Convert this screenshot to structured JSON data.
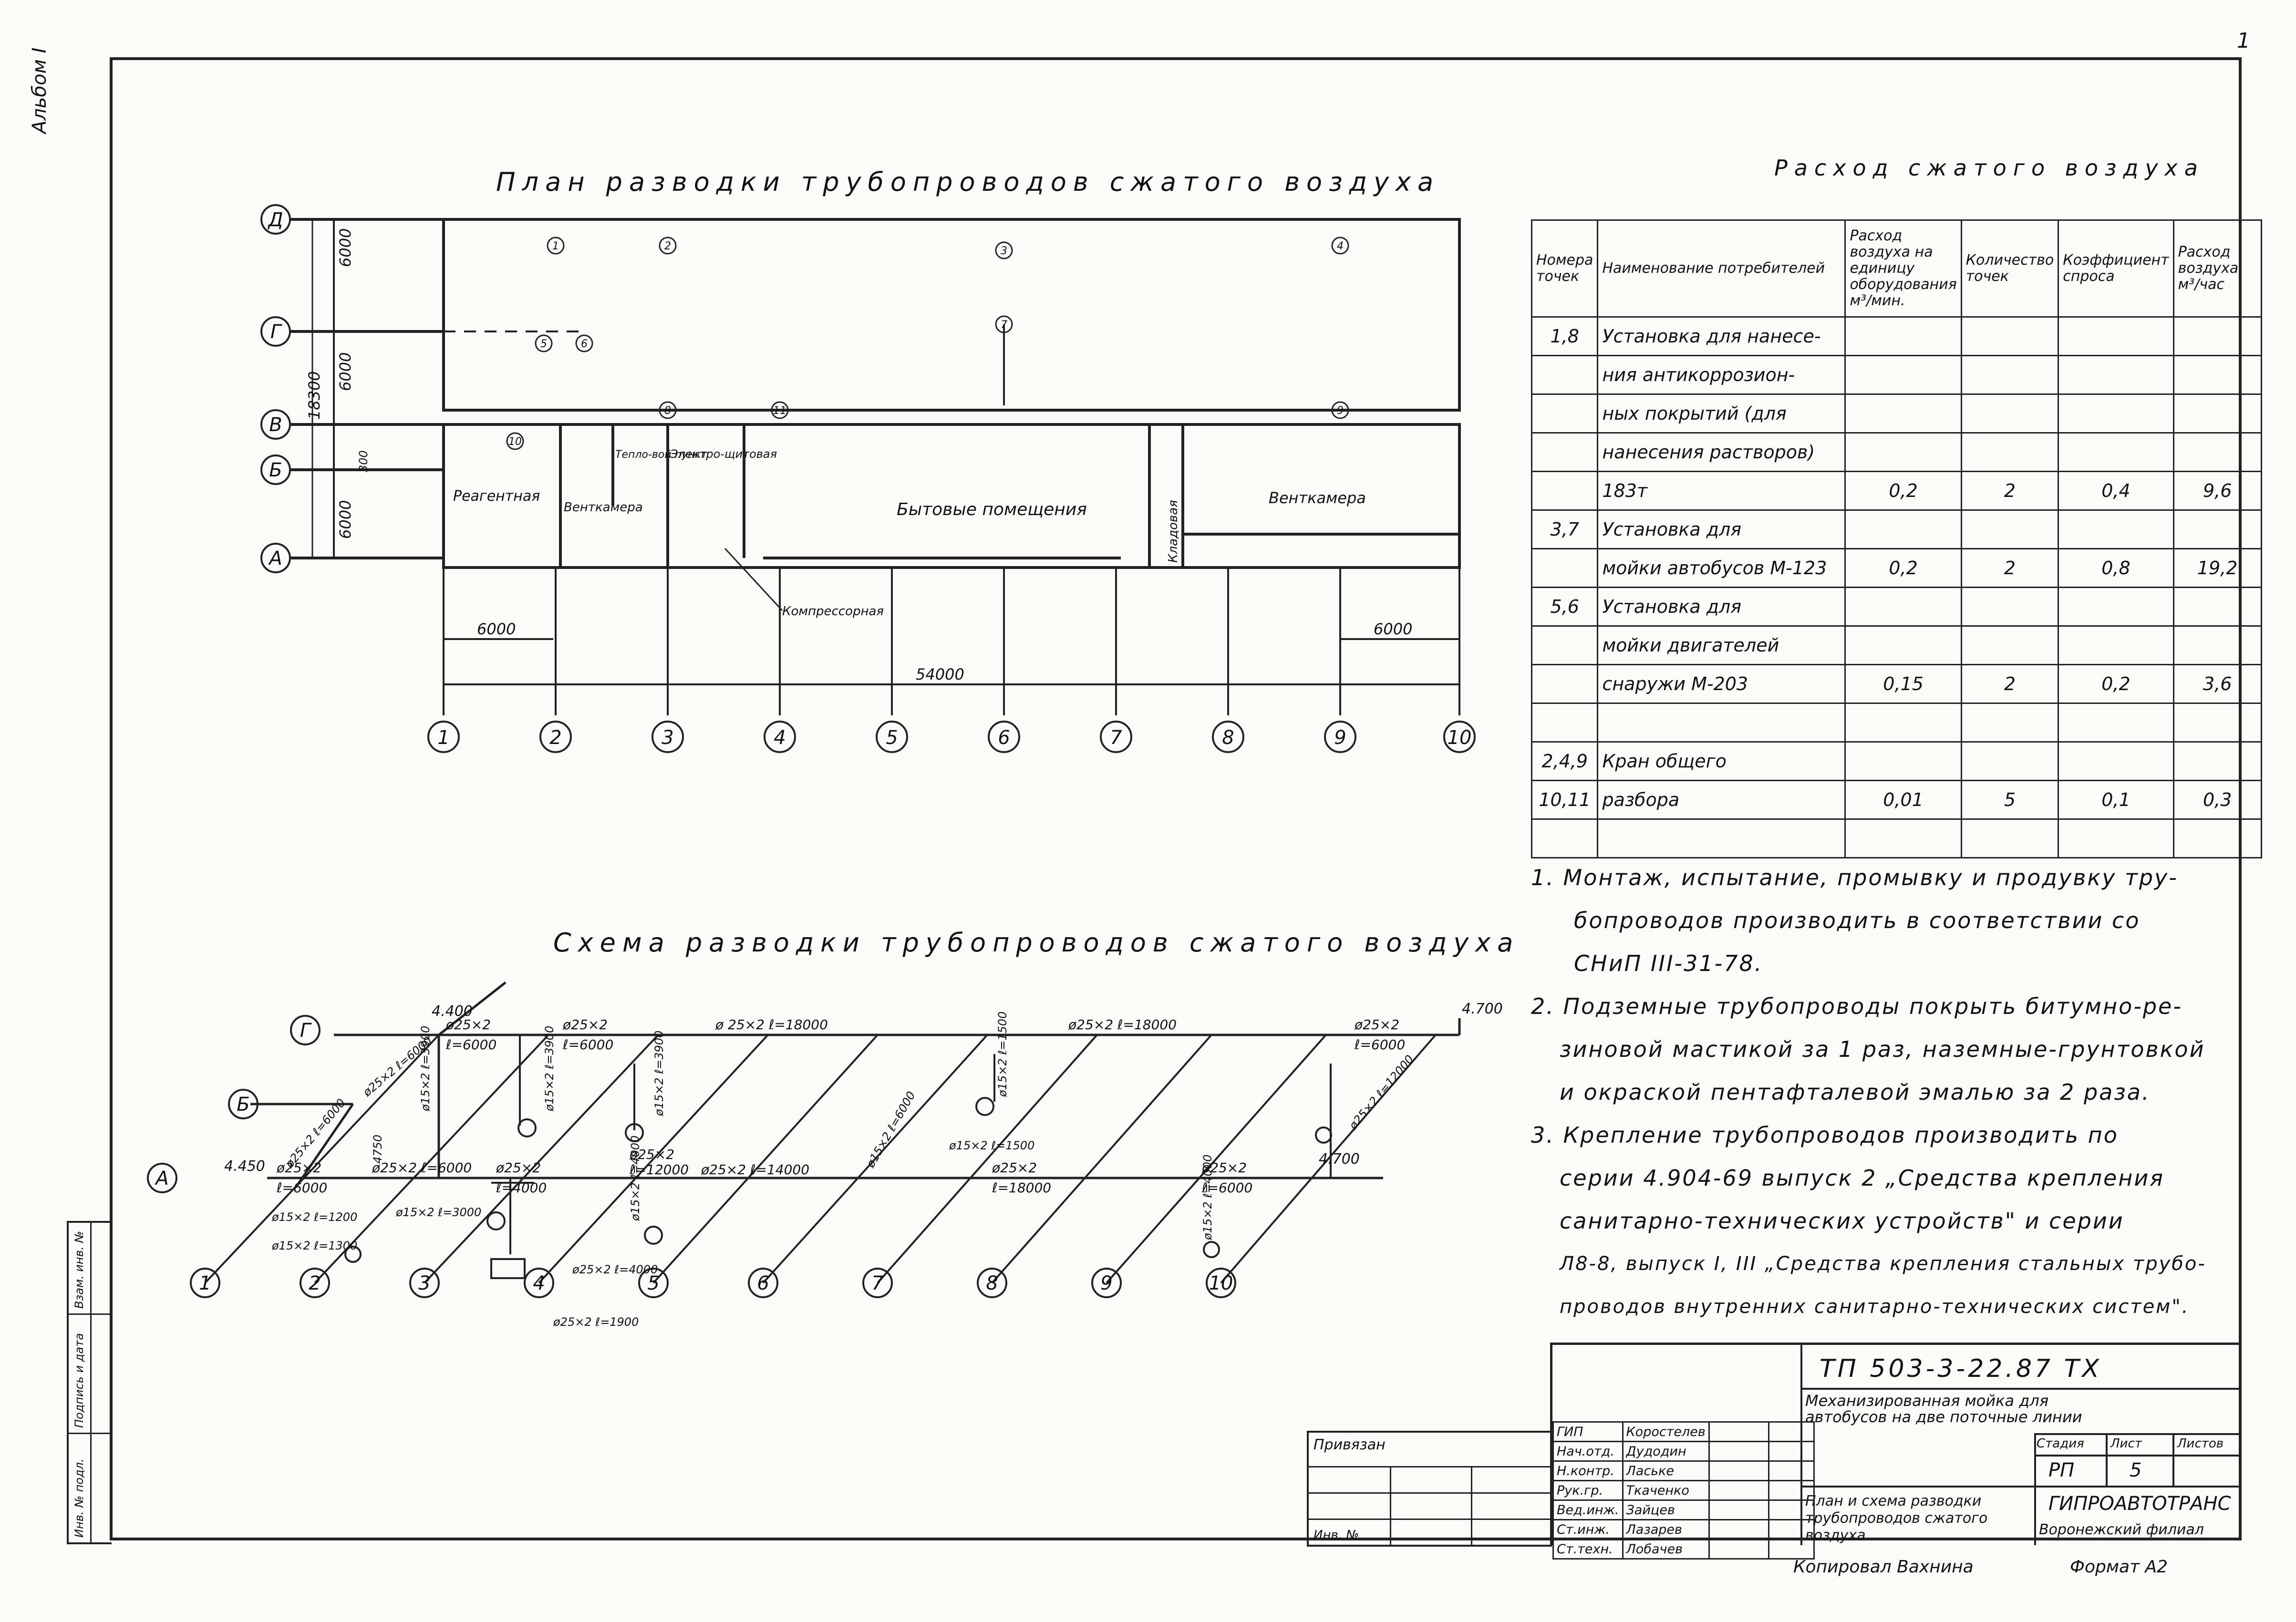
{
  "album_label": "Альбом I",
  "sheet_number_corner": "1",
  "plan": {
    "title": "План разводки трубопроводов сжатого воздуха",
    "axes_letters": [
      "Д",
      "Г",
      "В",
      "Б",
      "А"
    ],
    "axes_numbers": [
      "1",
      "2",
      "3",
      "4",
      "5",
      "6",
      "7",
      "8",
      "9",
      "10"
    ],
    "dims_vertical": {
      "d_g": "6000",
      "g_v": "6000",
      "total": "18300",
      "v_b": "300",
      "b_a": "6000"
    },
    "dims_horizontal": {
      "left": "6000",
      "right": "6000",
      "total": "54000"
    },
    "rooms": {
      "reagent": "Реагентная",
      "ventkamera_left": "Венткамера",
      "teplopunkt": "Тепло-вой пункт",
      "electro": "Электро-щитовая",
      "bytovye": "Бытовые помещения",
      "kladovaya": "Кладовая",
      "ventkamera_right": "Венткамера",
      "compressor": "Компрессорная"
    },
    "points": [
      "1",
      "2",
      "3",
      "4",
      "5",
      "6",
      "7",
      "8",
      "9",
      "10",
      "11"
    ]
  },
  "consumption": {
    "title": "Расход сжатого воздуха",
    "headers": [
      "Номера точек",
      "Наименование потребителей",
      "Расход воздуха на единицу оборудования м³/мин.",
      "Количество точек",
      "Коэффициент спроса",
      "Расход воздуха м³/час"
    ],
    "rows": [
      [
        "1,8",
        "Установка для нанесе-",
        "",
        "",
        "",
        ""
      ],
      [
        "",
        "ния антикоррозион-",
        "",
        "",
        "",
        ""
      ],
      [
        "",
        "ных покрытий (для",
        "",
        "",
        "",
        ""
      ],
      [
        "",
        "нанесения растворов)",
        "",
        "",
        "",
        ""
      ],
      [
        "",
        "183т",
        "0,2",
        "2",
        "0,4",
        "9,6"
      ],
      [
        "3,7",
        "Установка для",
        "",
        "",
        "",
        ""
      ],
      [
        "",
        "мойки автобусов М-123",
        "0,2",
        "2",
        "0,8",
        "19,2"
      ],
      [
        "5,6",
        "Установка для",
        "",
        "",
        "",
        ""
      ],
      [
        "",
        "мойки двигателей",
        "",
        "",
        "",
        ""
      ],
      [
        "",
        "снаружи  М-203",
        "0,15",
        "2",
        "0,2",
        "3,6"
      ],
      [
        "",
        "",
        "",
        "",
        "",
        ""
      ],
      [
        "2,4,9",
        "Кран общего",
        "",
        "",
        "",
        ""
      ],
      [
        "10,11",
        "разбора",
        "0,01",
        "5",
        "0,1",
        "0,3"
      ],
      [
        "",
        "",
        "",
        "",
        "",
        ""
      ]
    ]
  },
  "notes": [
    "1.  Монтаж, испытание, промывку и продувку тру-",
    "бопроводов производить в соответствии со",
    "СНиП III-31-78.",
    "2. Подземные трубопроводы покрыть битумно-ре-",
    "зиновой мастикой за 1 раз, наземные-грунтовкой",
    "и окраской пентафталевой эмалью за 2 раза.",
    "3. Крепление трубопроводов производить по",
    "серии 4.904-69  выпуск 2 „Средства крепления",
    "санитарно-технических устройств\" и серии",
    "Л8-8, выпуск I, III „Средства крепления стальных трубо-",
    "проводов внутренних санитарно-технических систем\"."
  ],
  "scheme": {
    "title": "Схема разводки трубопроводов сжатого воздуха",
    "elev_top": "4.400",
    "elev_g": "4.700",
    "elev_b": "4.450",
    "elev_a": "4.700",
    "labels_g": [
      "ø25×2",
      "ℓ=6000",
      "ø25×2",
      "ℓ=6000",
      "ø 25×2  ℓ=18000",
      "ø25×2  ℓ=18000",
      "ø25×2",
      "ℓ=6000"
    ],
    "labels_a": [
      "ø25×2",
      "ℓ=6000",
      "ø25×2 ℓ=6000",
      "ø25×2",
      "ℓ=4000",
      "ø25×2",
      "ℓ=12000",
      "ø25×2  ℓ=14000",
      "ø25×2",
      "ℓ=18000",
      "ø25×2",
      "ℓ=6000"
    ],
    "branch_labels": [
      "ø15×2 ℓ=3900",
      "ø15×2 ℓ=3900",
      "ø15×2 ℓ=3900",
      "ø15×2 ℓ=1500",
      "ø15×2 ℓ=1500",
      "ø15×2 ℓ=4000",
      "ø15×2 ℓ=3000",
      "ø15×2 ℓ=1200",
      "ø15×2 ℓ=1300",
      "ø25×2 ℓ=4000",
      "ø25×2 ℓ=1900",
      "ø15×2 ℓ=4000",
      "ø25×2 ℓ=6000",
      "ø25×2 ℓ=12000",
      "ø15×2 ℓ=6000",
      "ø25×2 ℓ=6000",
      "4750"
    ]
  },
  "stamp": {
    "doc_code": "ТП  503-3-22.87  ТХ",
    "object": "Механизированная мойка для автобусов на две поточные линии",
    "sheet_title": "План и схема разводки трубопроводов сжатого воздуха",
    "org": "ГИПРОАВТОТРАНС",
    "branch": "Воронежский филиал",
    "stage_h": "Стадия",
    "sheet_h": "Лист",
    "sheets_h": "Листов",
    "stage": "РП",
    "sheet": "5",
    "roles": [
      [
        "ГИП",
        "Коростелев"
      ],
      [
        "Нач.отд.",
        "Дудодин"
      ],
      [
        "Н.контр.",
        "Лаське"
      ],
      [
        "Рук.гр.",
        "Ткаченко"
      ],
      [
        "Вед.инж.",
        "Зайцев"
      ],
      [
        "Ст.инж.",
        "Лазарев"
      ],
      [
        "Ст.техн.",
        "Лобачев"
      ]
    ],
    "privyazan": "Привязан",
    "inv": "Инв. №",
    "copied": "Копировал Вахнина",
    "format": "Формат А2",
    "side_labels": [
      "Инв. № подл.",
      "Подпись и дата",
      "Взам. инв. №"
    ]
  }
}
